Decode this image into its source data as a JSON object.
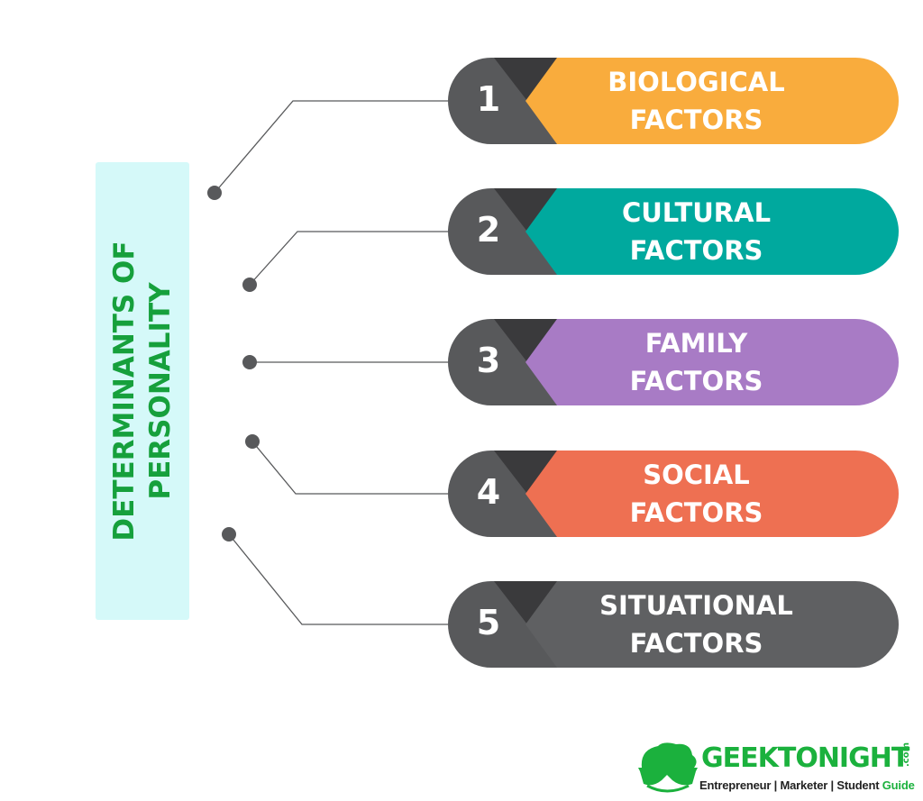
{
  "title": [
    "DETERMINANTS OF",
    "PERSONALITY"
  ],
  "items": [
    {
      "number": "1",
      "line1": "BIOLOGICAL",
      "line2": "FACTORS",
      "color": "#f9ac3d"
    },
    {
      "number": "2",
      "line1": "CULTURAL",
      "line2": "FACTORS",
      "color": "#00a99e"
    },
    {
      "number": "3",
      "line1": "FAMILY",
      "line2": "FACTORS",
      "color": "#a87bc5"
    },
    {
      "number": "4",
      "line1": "SOCIAL",
      "line2": "FACTORS",
      "color": "#ee7052"
    },
    {
      "number": "5",
      "line1": "SITUATIONAL",
      "line2": "FACTORS",
      "color": "#5f6062"
    }
  ],
  "colors": {
    "title": "#16a03c",
    "sidebar_bg": "#d5f9f9",
    "number_block": "#58595b",
    "number_wedge": "#3a3a3c",
    "connector": "#58595b"
  },
  "logo": {
    "name": "GEEKTONIGHT",
    "suffix": ".com",
    "tagline": "Entrepreneur | Marketer | Student",
    "tagline_accent": "Guide"
  }
}
